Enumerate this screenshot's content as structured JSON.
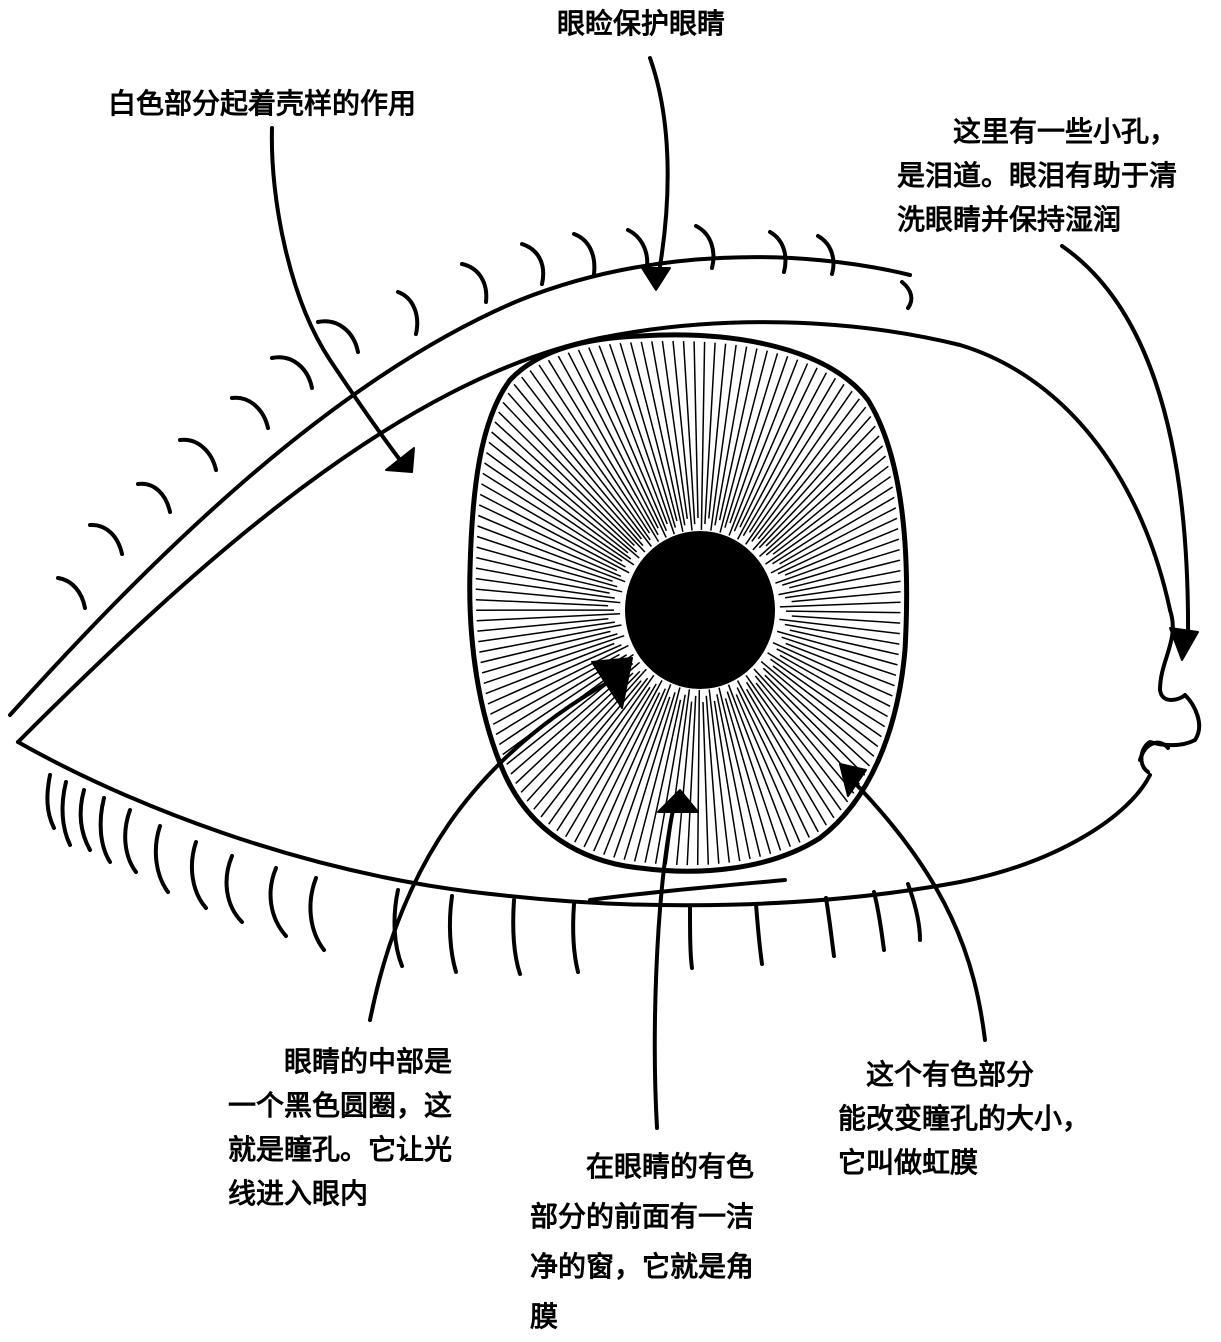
{
  "labels": {
    "eyelid": "眼睑保护眼睛",
    "sclera": "白色部分起着壳样的作用",
    "tear_duct": [
      "　　这里有一些小孔，",
      "是泪道。眼泪有助于清",
      "洗眼睛并保持湿润"
    ],
    "pupil": [
      "　　眼睛的中部是",
      "一个黑色圆圈，这",
      "就是瞳孔。它让光",
      "线进入眼内"
    ],
    "iris": [
      "　这个有色部分",
      "能改变瞳孔的大小，",
      "它叫做虹膜"
    ],
    "cornea": [
      "　　在眼睛的有色",
      "部分的前面有一洁",
      "净的窗，它就是角",
      "膜"
    ]
  },
  "colors": {
    "ink": "#000000",
    "paper": "#ffffff"
  }
}
